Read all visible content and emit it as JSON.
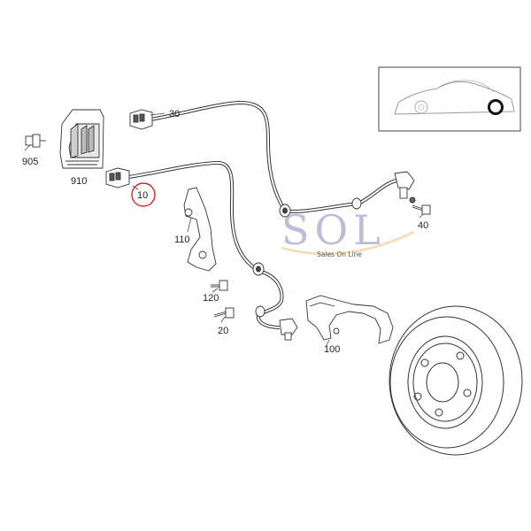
{
  "labels": {
    "p905": "905",
    "p910": "910",
    "p30": "30",
    "p10": "10",
    "p110": "110",
    "p120": "120",
    "p20": "20",
    "p40": "40",
    "p100": "100"
  },
  "watermark": {
    "brand": "SOL",
    "tagline": "Sales On Line"
  },
  "colors": {
    "line": "#333333",
    "highlight_circle": "#d22020",
    "watermark": "#8e86b8"
  }
}
